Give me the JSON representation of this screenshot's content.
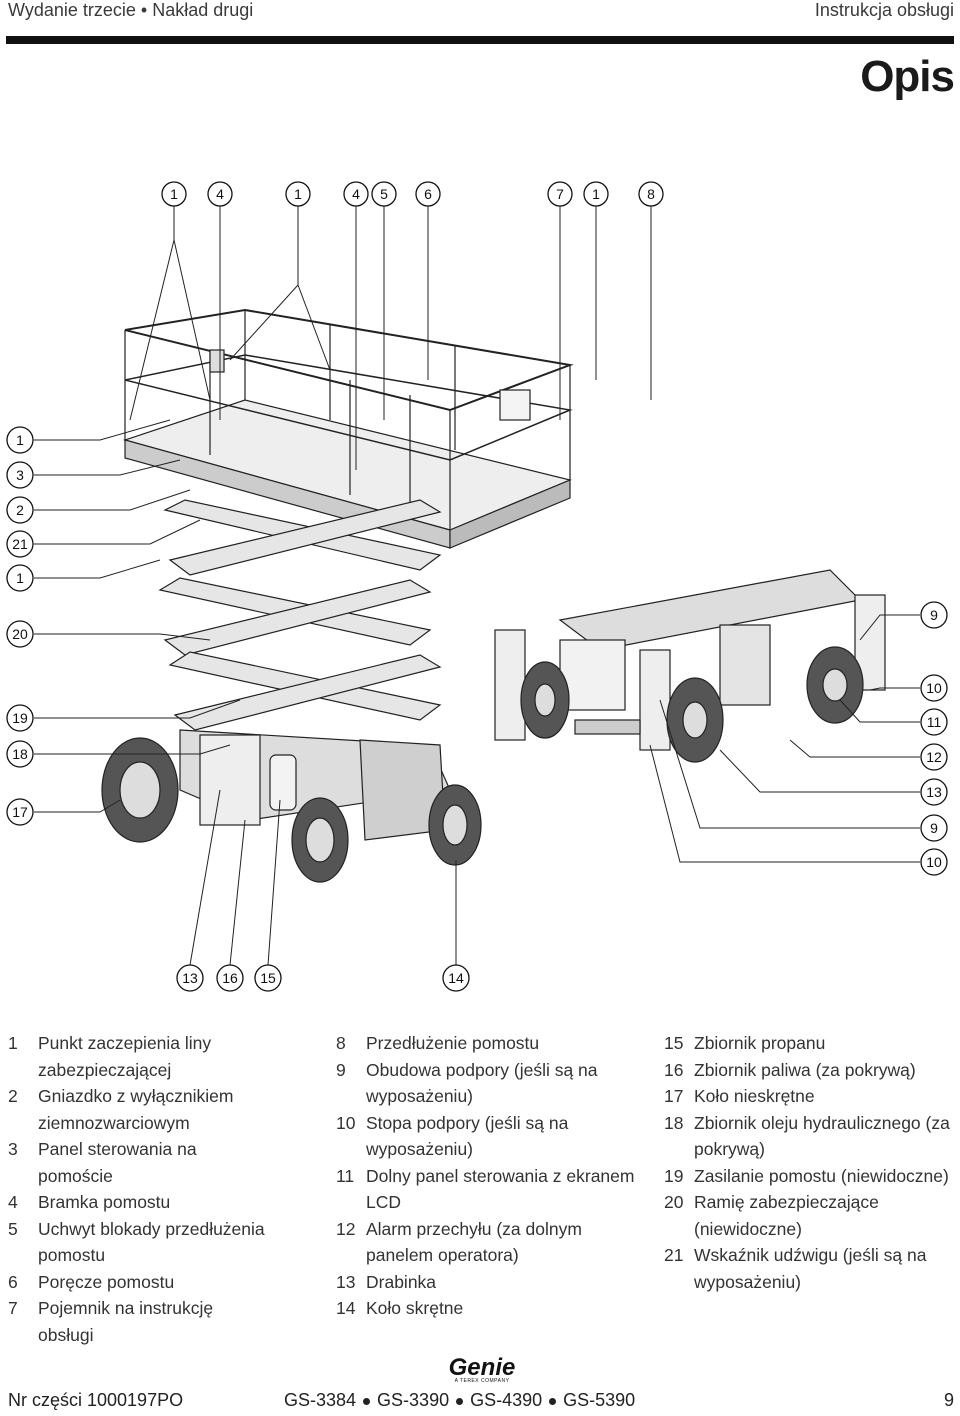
{
  "header": {
    "left": "Wydanie trzecie • Nakład drugi",
    "right": "Instrukcja obsługi"
  },
  "page_title": "Opis",
  "callouts": {
    "top": [
      "1",
      "4",
      "1",
      "4",
      "5",
      "6",
      "7",
      "1",
      "8"
    ],
    "left": [
      "1",
      "3",
      "2",
      "21",
      "1",
      "20",
      "19",
      "18",
      "17"
    ],
    "right": [
      "9",
      "10",
      "11",
      "12",
      "13",
      "9",
      "10"
    ],
    "bottom": [
      "13",
      "16",
      "15",
      "14"
    ]
  },
  "legend": {
    "col1": [
      {
        "num": "1",
        "text": "Punkt zaczepienia liny zabezpieczającej"
      },
      {
        "num": "2",
        "text": "Gniazdko z wyłącznikiem ziemnozwarciowym"
      },
      {
        "num": "3",
        "text": "Panel sterowania na pomoście"
      },
      {
        "num": "4",
        "text": "Bramka pomostu"
      },
      {
        "num": "5",
        "text": "Uchwyt blokady przedłużenia pomostu"
      },
      {
        "num": "6",
        "text": "Poręcze pomostu"
      },
      {
        "num": "7",
        "text": "Pojemnik na instrukcję obsługi"
      }
    ],
    "col2": [
      {
        "num": "8",
        "text": "Przedłużenie pomostu"
      },
      {
        "num": "9",
        "text": "Obudowa podpory (jeśli są na wyposażeniu)"
      },
      {
        "num": "10",
        "text": "Stopa podpory (jeśli są na wyposażeniu)"
      },
      {
        "num": "11",
        "text": "Dolny panel sterowania z ekranem LCD"
      },
      {
        "num": "12",
        "text": "Alarm przechyłu (za dolnym panelem operatora)"
      },
      {
        "num": "13",
        "text": "Drabinka"
      },
      {
        "num": "14",
        "text": "Koło skrętne"
      }
    ],
    "col3": [
      {
        "num": "15",
        "text": "Zbiornik propanu"
      },
      {
        "num": "16",
        "text": "Zbiornik paliwa (za pokrywą)"
      },
      {
        "num": "17",
        "text": "Koło nieskrętne"
      },
      {
        "num": "18",
        "text": "Zbiornik oleju hydraulicznego (za pokrywą)"
      },
      {
        "num": "19",
        "text": "Zasilanie pomostu (niewidoczne)"
      },
      {
        "num": "20",
        "text": "Ramię zabezpieczające (niewidoczne)"
      },
      {
        "num": "21",
        "text": "Wskaźnik udźwigu (jeśli są na wyposażeniu)"
      }
    ]
  },
  "footer": {
    "part_number": "Nr części 1000197PO",
    "models": [
      "GS-3384",
      "GS-3390",
      "GS-4390",
      "GS-5390"
    ],
    "page_number": "9",
    "logo_text": "Genie",
    "logo_subtext": "A TEREX COMPANY"
  }
}
